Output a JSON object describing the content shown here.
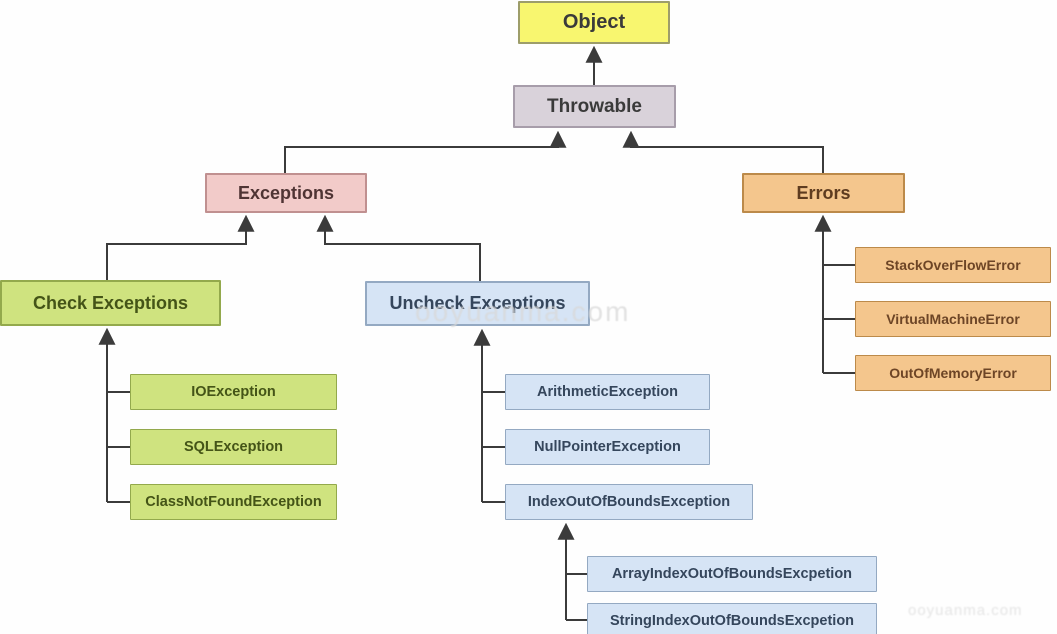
{
  "nodes": {
    "object": {
      "label": "Object"
    },
    "throwable": {
      "label": "Throwable"
    },
    "exceptions": {
      "label": "Exceptions"
    },
    "errors": {
      "label": "Errors"
    },
    "check_exceptions": {
      "label": "Check Exceptions"
    },
    "uncheck_exceptions": {
      "label": "Uncheck Exceptions"
    },
    "io_exception": {
      "label": "IOException"
    },
    "sql_exception": {
      "label": "SQLException"
    },
    "class_not_found_exception": {
      "label": "ClassNotFoundException"
    },
    "arithmetic_exception": {
      "label": "ArithmeticException"
    },
    "null_pointer_exception": {
      "label": "NullPointerException"
    },
    "index_out_of_bounds_exception": {
      "label": "IndexOutOfBoundsException"
    },
    "array_index_out_of_bounds": {
      "label": "ArrayIndexOutOfBoundsExcpetion"
    },
    "string_index_out_of_bounds": {
      "label": "StringIndexOutOfBoundsExcpetion"
    },
    "stack_overflow_error": {
      "label": "StackOverFlowError"
    },
    "virtual_machine_error": {
      "label": "VirtualMachineError"
    },
    "out_of_memory_error": {
      "label": "OutOfMemoryError"
    }
  },
  "edges": [
    {
      "from": "Throwable",
      "to": "Object"
    },
    {
      "from": "Exceptions",
      "to": "Throwable"
    },
    {
      "from": "Errors",
      "to": "Throwable"
    },
    {
      "from": "Check Exceptions",
      "to": "Exceptions"
    },
    {
      "from": "Uncheck Exceptions",
      "to": "Exceptions"
    },
    {
      "from": "IOException",
      "to": "Check Exceptions"
    },
    {
      "from": "SQLException",
      "to": "Check Exceptions"
    },
    {
      "from": "ClassNotFoundException",
      "to": "Check Exceptions"
    },
    {
      "from": "ArithmeticException",
      "to": "Uncheck Exceptions"
    },
    {
      "from": "NullPointerException",
      "to": "Uncheck Exceptions"
    },
    {
      "from": "IndexOutOfBoundsException",
      "to": "Uncheck Exceptions"
    },
    {
      "from": "ArrayIndexOutOfBoundsExcpetion",
      "to": "IndexOutOfBoundsException"
    },
    {
      "from": "StringIndexOutOfBoundsExcpetion",
      "to": "IndexOutOfBoundsException"
    },
    {
      "from": "StackOverFlowError",
      "to": "Errors"
    },
    {
      "from": "VirtualMachineError",
      "to": "Errors"
    },
    {
      "from": "OutOfMemoryError",
      "to": "Errors"
    }
  ],
  "watermark": {
    "center_text": "ooyuanma.com",
    "corner_text": "ooyuanma.com"
  },
  "palette": {
    "yellow_bg": "#f8f66f",
    "yellow_border": "#9d9d6a",
    "lavender_bg": "#d9d2da",
    "lavender_border": "#a79daa",
    "pink_bg": "#f2cbc9",
    "pink_border": "#c09090",
    "orange_bg": "#f4c68d",
    "orange_border": "#bc8a4a",
    "green_bg": "#cfe37f",
    "green_border": "#93a94c",
    "blue_bg": "#d6e4f5",
    "blue_border": "#94a9c2",
    "dark_text": "#3a3a3a",
    "pink_text": "#4f3434",
    "orange_text": "#5e3c20",
    "orange_text2": "#6d4526",
    "green_text": "#445417",
    "blue_text": "#35465c",
    "line": "#3b3b3b"
  }
}
